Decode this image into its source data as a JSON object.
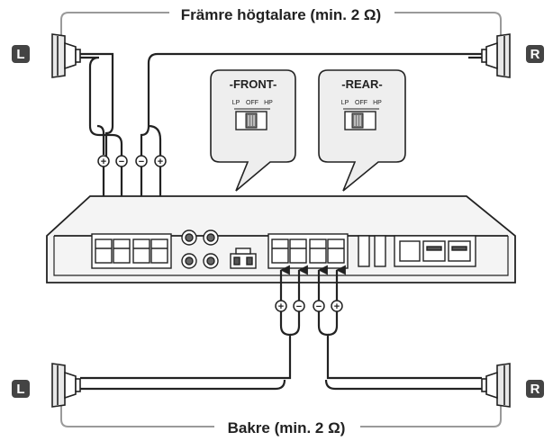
{
  "captions": {
    "front": "Främre högtalare (min. 2 Ω)",
    "rear": "Bakre (min. 2 Ω)"
  },
  "badges": {
    "left": "L",
    "right": "R"
  },
  "switches": {
    "front": {
      "title": "-FRONT-",
      "lp": "LP",
      "off": "OFF",
      "hp": "HP"
    },
    "rear": {
      "title": "-REAR-",
      "lp": "LP",
      "off": "OFF",
      "hp": "HP"
    }
  },
  "polarity": {
    "front": [
      "+",
      "−",
      "−",
      "+"
    ],
    "rear": [
      "+",
      "−",
      "−",
      "+"
    ]
  },
  "colors": {
    "line": "#222222",
    "gray_wire": "#9a9a9a",
    "badge_fill": "#444444",
    "amp_fill": "#f4f4f4",
    "bubble_fill": "#eeeeee"
  }
}
